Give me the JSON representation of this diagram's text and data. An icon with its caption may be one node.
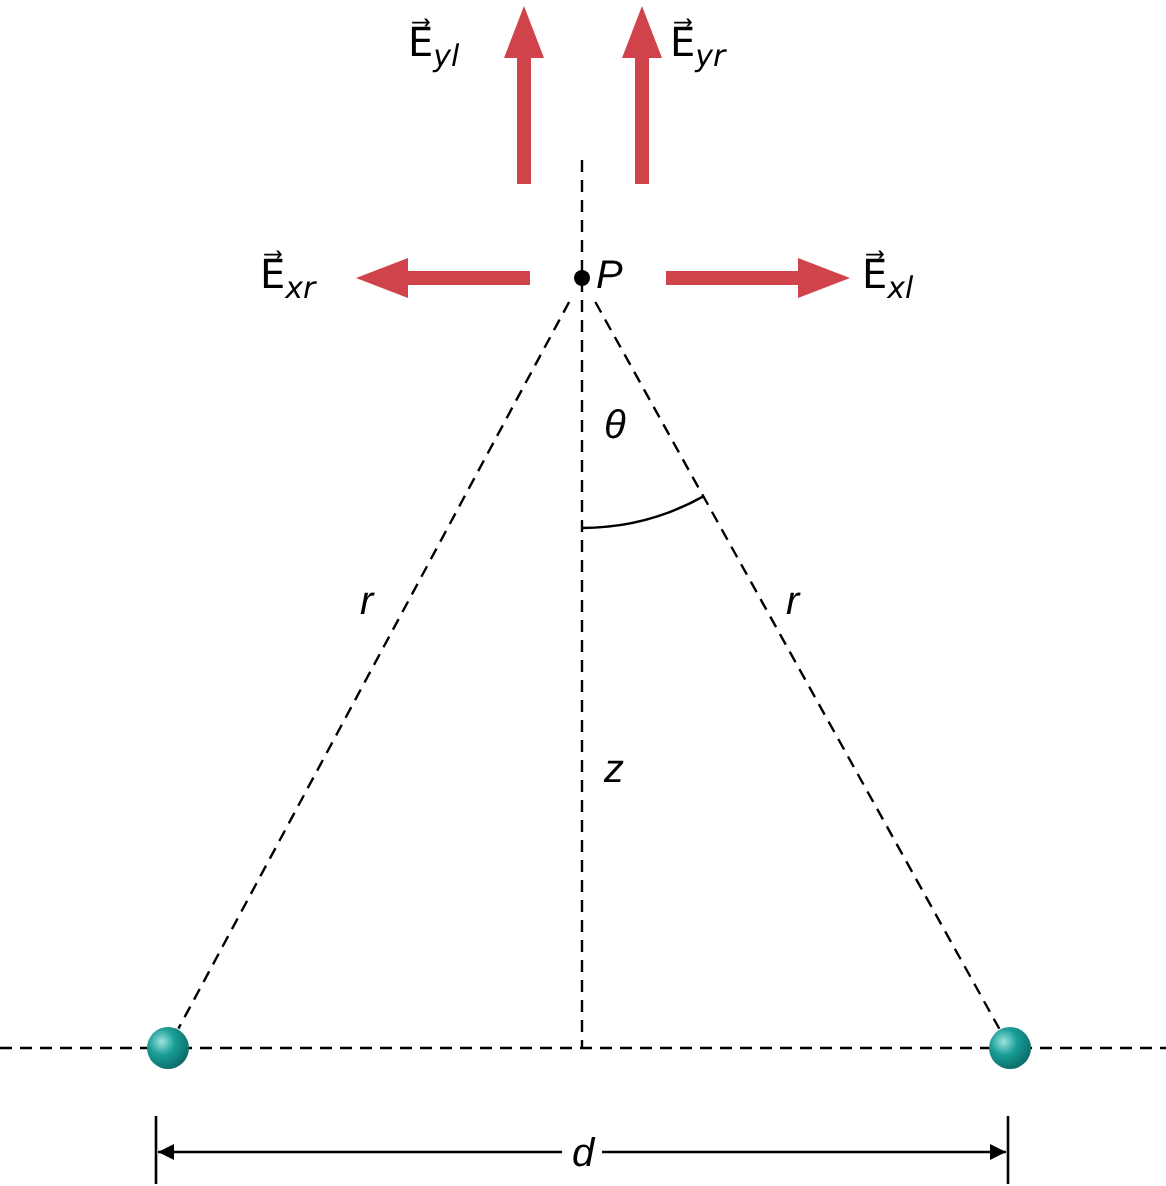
{
  "diagram": {
    "nodes": [
      {
        "text": [
          "P"
        ]
      },
      {
        "text": [],
        "shape": "circle"
      },
      {
        "text": [],
        "shape": "circle"
      }
    ],
    "edges": [
      {
        "from": 0,
        "to": 1,
        "arrow": "none",
        "style": "dashed",
        "label": "r"
      },
      {
        "from": 0,
        "to": 2,
        "arrow": "none",
        "style": "dashed",
        "label": "r"
      }
    ],
    "labels": [
      "E⃗$_{yl}$",
      "E⃗$_{yr}$",
      "E⃗$_{xr}$",
      "E⃗$_{xl}$",
      "θ",
      "z",
      "d"
    ]
  }
}
